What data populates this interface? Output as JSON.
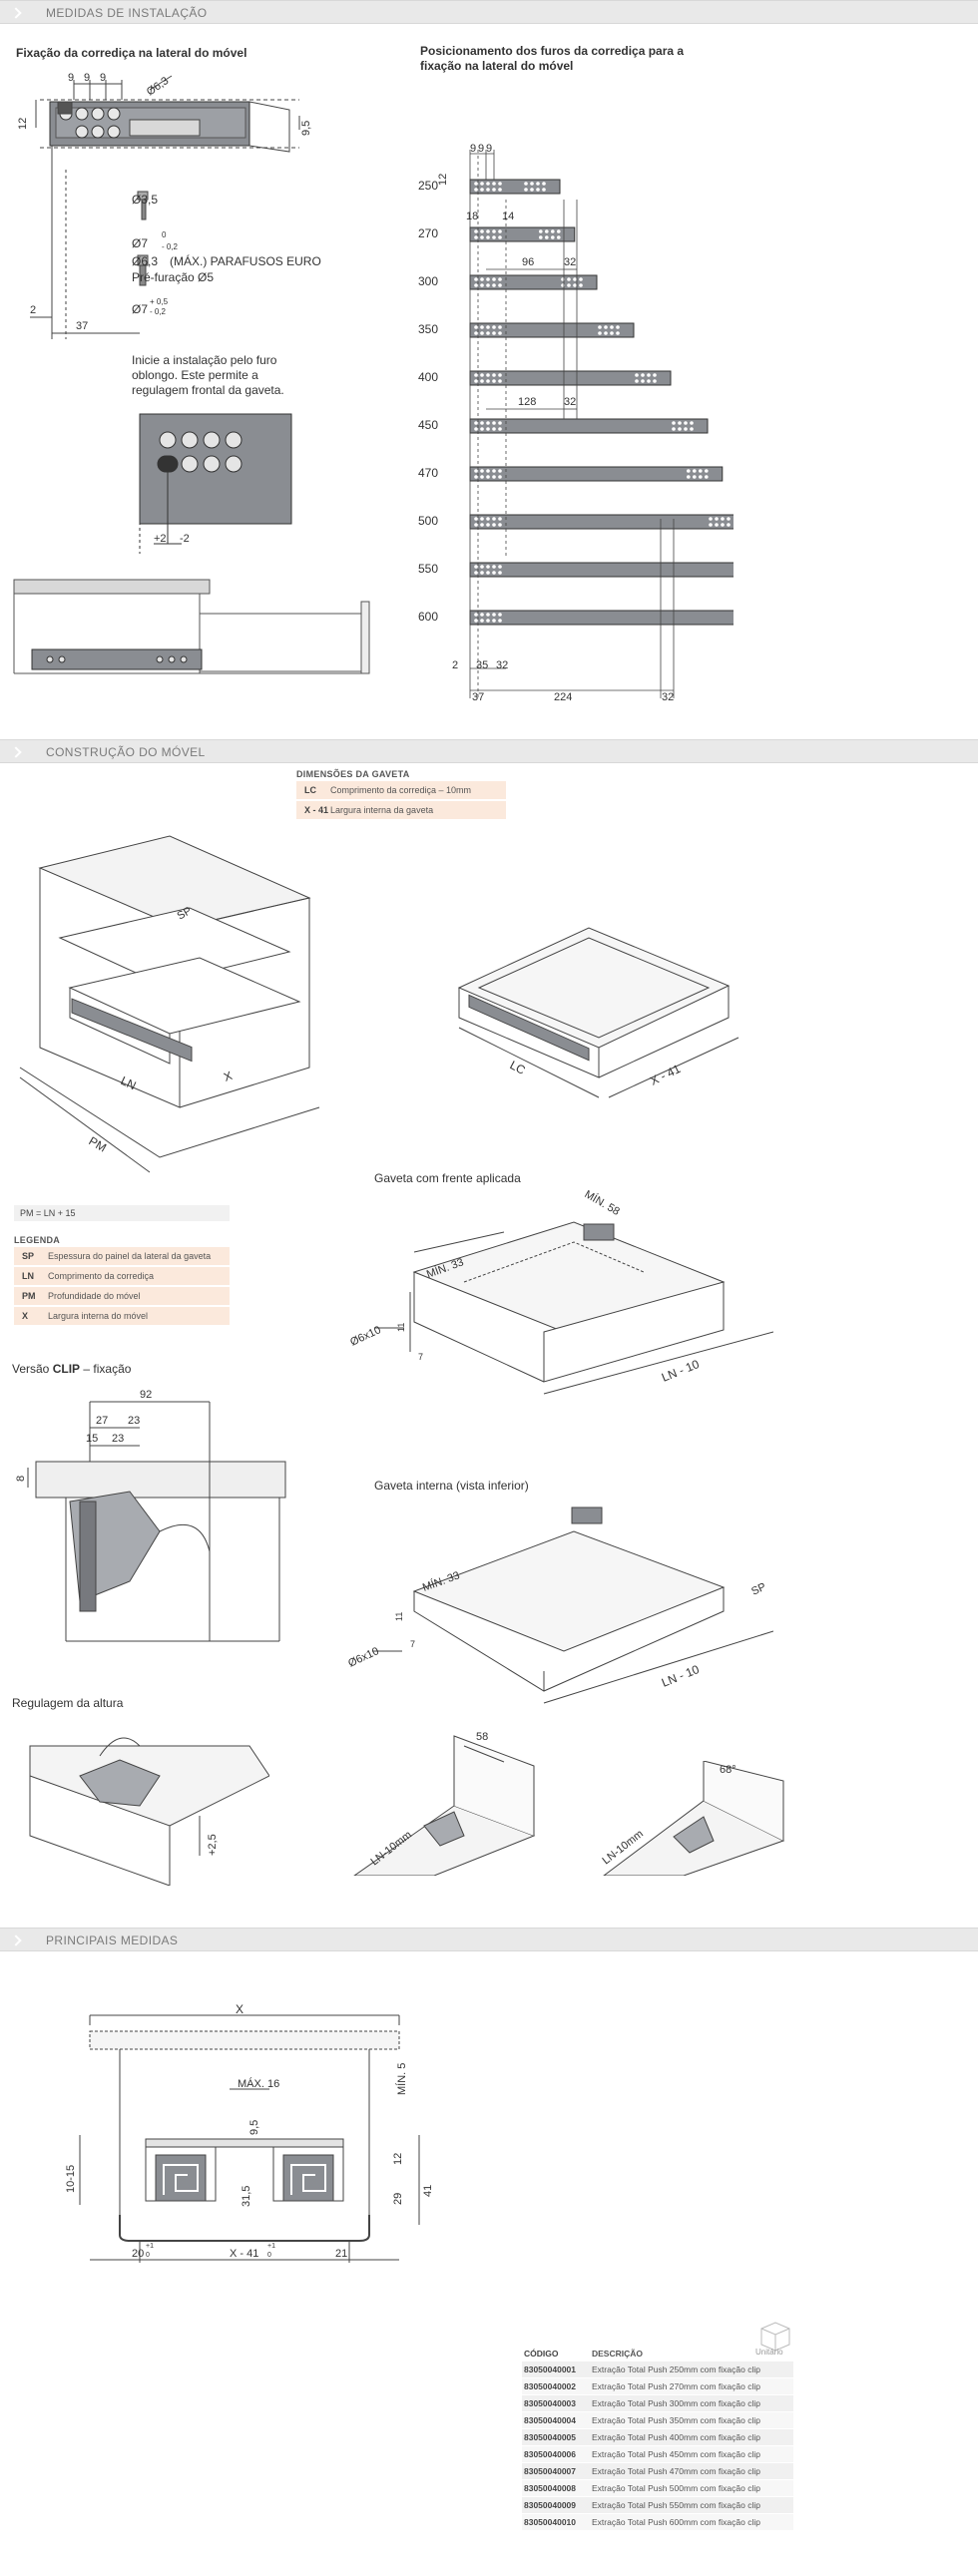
{
  "sections": {
    "installation": "MEDIDAS DE INSTALAÇÃO",
    "construction": "CONSTRUÇÃO DO MÓVEL",
    "main_measures": "PRINCIPAIS MEDIDAS"
  },
  "install": {
    "left_title": "Fixação da corrediça na lateral do móvel",
    "right_title_1": "Posicionamento dos furos da corrediça para a",
    "right_title_2": "fixação na lateral do móvel",
    "dims_top": [
      "9",
      "9",
      "9"
    ],
    "dia65": "Ø6,3",
    "dim12": "12",
    "dim95": "9,5",
    "dia35": "Ø3,5",
    "dia7_top": "Ø7",
    "tol_a": "0",
    "tol_b": "- 0,2",
    "dia63": "Ø6,3",
    "screws": "(MÁX.) PARAFUSOS EURO",
    "predrill": "Pré-furação Ø5",
    "dia7_bot": "Ø7",
    "tol_c": "+ 0,5",
    "tol_d": "- 0,2",
    "dim2": "2",
    "dim37": "37",
    "note_1": "Inicie a instalação pelo furo",
    "note_2": "oblongo. Este permite a",
    "note_3": "regulagem frontal da gaveta.",
    "adj_plus": "+2",
    "adj_minus": "-2",
    "slide_sizes": [
      "250",
      "270",
      "300",
      "350",
      "400",
      "450",
      "470",
      "500",
      "550",
      "600"
    ],
    "rt_top_dims": [
      "9",
      "9",
      "9"
    ],
    "rt_12": "12",
    "rt_18": "18",
    "rt_14": "14",
    "rt_96": "96",
    "rt_32a": "32",
    "rt_128": "128",
    "rt_32b": "32",
    "rt_bottom_1": [
      "2",
      "35",
      "32"
    ],
    "rt_bottom_2": [
      "37",
      "224",
      "32"
    ]
  },
  "construction": {
    "dims_head": "DIMENSÕES DA GAVETA",
    "dims_rows": [
      {
        "k": "LC",
        "v": "Comprimento da corrediça – 10mm"
      },
      {
        "k": "X - 41",
        "v": "Largura interna da gaveta"
      }
    ],
    "iso_labels": {
      "sp": "SP",
      "ln": "LN",
      "x": "X",
      "pm": "PM",
      "lc": "LC",
      "x41": "X - 41"
    },
    "pm_formula": "PM = LN + 15",
    "legend_head": "LEGENDA",
    "legend_rows": [
      {
        "k": "SP",
        "v": "Espessura do painel da lateral da gaveta"
      },
      {
        "k": "LN",
        "v": "Comprimento da corrediça"
      },
      {
        "k": "PM",
        "v": "Profundidade do móvel"
      },
      {
        "k": "X",
        "v": "Largura interna do móvel"
      }
    ],
    "applied_front_title": "Gaveta com frente aplicada",
    "af_min58": "MÍN. 58",
    "af_min33": "MÍN. 33",
    "af_11": "11",
    "af_7": "7",
    "af_dia": "Ø6x10",
    "af_ln10": "LN - 10",
    "clip_title_a": "Versão ",
    "clip_title_b": "CLIP",
    "clip_title_c": " – fixação",
    "clip_92": "92",
    "clip_27": "27",
    "clip_23a": "23",
    "clip_15": "15",
    "clip_23b": "23",
    "clip_8": "8",
    "inner_title": "Gaveta interna (vista inferior)",
    "in_min33": "MÍN. 33",
    "in_sp": "SP",
    "in_11": "11",
    "in_7": "7",
    "in_dia": "Ø6x10",
    "in_ln10": "LN - 10",
    "height_title": "Regulagem da altura",
    "h_25": "+2,5",
    "h_58": "58",
    "h_68": "68°",
    "h_ln10a": "LN-10mm",
    "h_ln10b": "LN-10mm"
  },
  "main": {
    "x": "X",
    "max16": "MÁX. 16",
    "min5": "MÍN. 5",
    "d95": "9,5",
    "d1015": "10-15",
    "d315": "31,5",
    "d12": "12",
    "d29": "29",
    "d41": "41",
    "d20": "20",
    "d20tol_a": "+1",
    "d20tol_b": "0",
    "dx41": "X - 41",
    "dx41tol_a": "+1",
    "dx41tol_b": "0",
    "d21": "21",
    "unit_label": "Unitário",
    "table_head": {
      "code": "CÓDIGO",
      "desc": "DESCRIÇÃO"
    },
    "products": [
      {
        "code": "83050040001",
        "desc": "Extração Total Push 250mm com fixação clip"
      },
      {
        "code": "83050040002",
        "desc": "Extração Total Push 270mm com fixação clip"
      },
      {
        "code": "83050040003",
        "desc": "Extração Total Push 300mm com fixação clip"
      },
      {
        "code": "83050040004",
        "desc": "Extração Total Push 350mm com fixação clip"
      },
      {
        "code": "83050040005",
        "desc": "Extração Total Push 400mm com fixação clip"
      },
      {
        "code": "83050040006",
        "desc": "Extração Total Push 450mm com fixação clip"
      },
      {
        "code": "83050040007",
        "desc": "Extração Total Push 470mm com fixação clip"
      },
      {
        "code": "83050040008",
        "desc": "Extração Total Push 500mm com fixação clip"
      },
      {
        "code": "83050040009",
        "desc": "Extração Total Push 550mm com fixação clip"
      },
      {
        "code": "83050040010",
        "desc": "Extração Total Push 600mm com fixação clip"
      }
    ]
  }
}
